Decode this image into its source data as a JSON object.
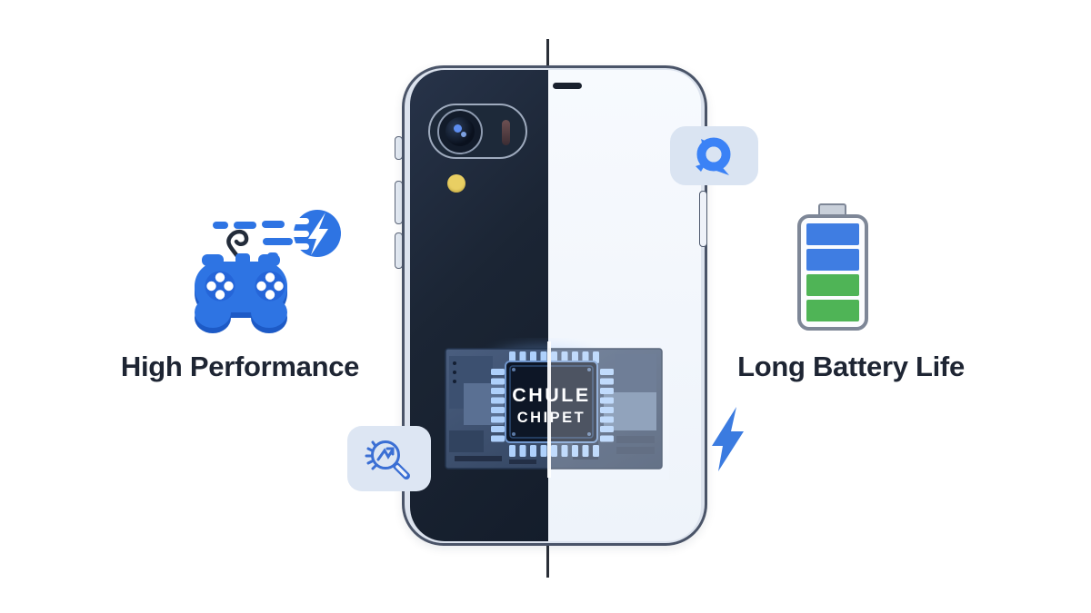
{
  "scene": {
    "type": "phone-feature-comparison-illustration",
    "background": "#ffffff",
    "divider_color": "#2a2f38"
  },
  "left_feature": {
    "label": "High Performance",
    "icon": "game-controller-with-speed-comet-icon",
    "icon_color": "#2e74e3"
  },
  "right_feature": {
    "label": "Long Battery Life",
    "icon": "battery-icon",
    "battery": {
      "segments": [
        "blue",
        "blue",
        "green",
        "green"
      ],
      "blue": "#3f7de2",
      "green": "#4fb456"
    }
  },
  "phone": {
    "style": "split-half-dark-back-half-light-front",
    "dark_half_color": "#1b2534",
    "light_half_color": "#f2f6fc",
    "chip": {
      "line1": "CHULE",
      "line2": "CHIPET"
    }
  },
  "badges": {
    "top_right_icon": "zoom-search-icon",
    "bottom_left_icon": "performance-scan-icon",
    "right_icon": "lightning-bolt-icon",
    "badge_bg": "#dde6f3",
    "icon_blue": "#3b82f6",
    "bolt_blue": "#3b7be0"
  },
  "colors": {
    "text": "#1e2533",
    "accent_blue": "#2e74e3"
  }
}
